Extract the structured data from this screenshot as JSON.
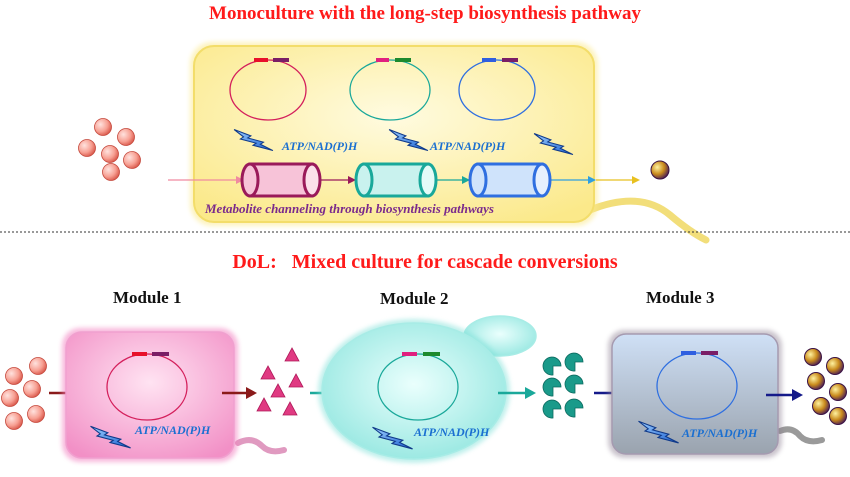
{
  "top": {
    "title": "Monoculture with the long-step biosynthesis pathway",
    "energy_label_1": "ATP/NAD(P)H",
    "energy_label_2": "ATP/NAD(P)H",
    "channeling_label": "Metabolite channeling through biosynthesis pathways"
  },
  "bottom": {
    "title": "DoL:   Mixed culture for cascade conversions",
    "modules": [
      {
        "label": "Module 1",
        "energy_label": "ATP/NAD(P)H"
      },
      {
        "label": "Module 2",
        "energy_label": "ATP/NAD(P)H"
      },
      {
        "label": "Module 3",
        "energy_label": "ATP/NAD(P)H"
      }
    ]
  },
  "colors": {
    "title": "#ff1a1a",
    "energy_text": "#1a6fd1",
    "channel_text": "#7a2a8c",
    "gene_red": "#e8102a",
    "gene_purple": "#7a1e66",
    "gene_magenta": "#e0207f",
    "gene_green": "#1d8a2e",
    "gene_blue": "#2f5fe0",
    "module1_fill": "#f6a9d3",
    "module2_fill": "#b9f2ee",
    "module3_fill": "#c7d7ec",
    "cell_top_fill": "#fff1a8"
  },
  "icons": [
    "lightning-bolt-icon",
    "plasmid-icon",
    "enzyme-tube-icon",
    "substrate-sphere-icon",
    "triangle-intermediate-icon",
    "pacman-intermediate-icon",
    "product-sphere-icon",
    "flagellum-icon"
  ]
}
